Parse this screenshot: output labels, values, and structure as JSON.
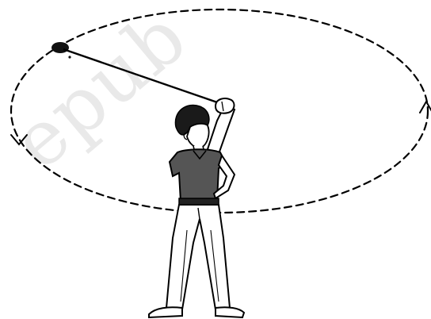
{
  "watermark": {
    "text": "epub"
  },
  "diagram": {
    "stroke_color": "#000000",
    "shirt_color": "#555555",
    "hair_color": "#1a1a1a",
    "background": "#ffffff",
    "icons": [
      "person-figure",
      "string",
      "stone",
      "circular-path",
      "direction-arrow"
    ]
  }
}
